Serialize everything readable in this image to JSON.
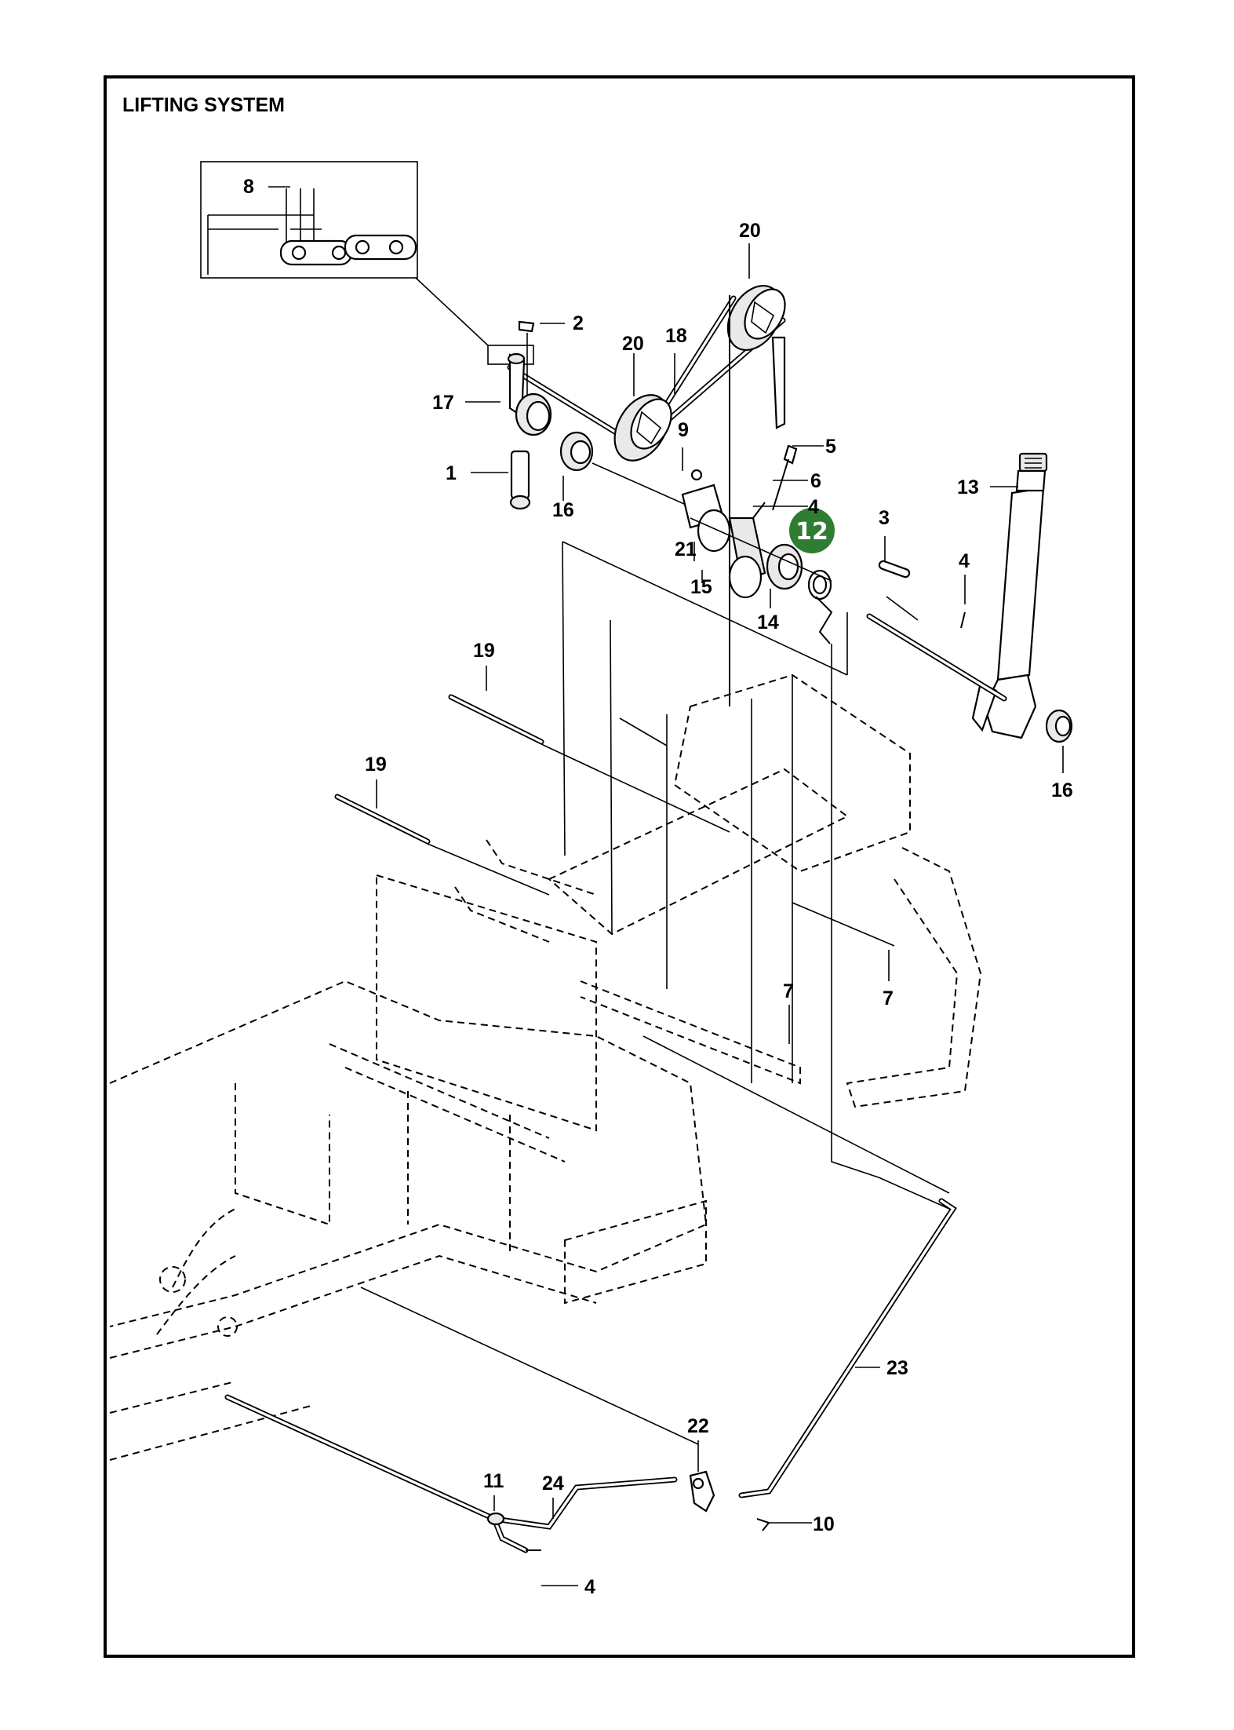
{
  "title": "LIFTING SYSTEM",
  "highlight": {
    "label": "12",
    "color": "#2e7d32"
  },
  "callouts": [
    {
      "id": "c-8",
      "label": "8"
    },
    {
      "id": "c-20a",
      "label": "20"
    },
    {
      "id": "c-2",
      "label": "2"
    },
    {
      "id": "c-20b",
      "label": "20"
    },
    {
      "id": "c-18",
      "label": "18"
    },
    {
      "id": "c-17",
      "label": "17"
    },
    {
      "id": "c-9",
      "label": "9"
    },
    {
      "id": "c-5",
      "label": "5"
    },
    {
      "id": "c-1",
      "label": "1"
    },
    {
      "id": "c-16a",
      "label": "16"
    },
    {
      "id": "c-6",
      "label": "6"
    },
    {
      "id": "c-4a",
      "label": "4"
    },
    {
      "id": "c-13",
      "label": "13"
    },
    {
      "id": "c-21",
      "label": "21"
    },
    {
      "id": "c-3",
      "label": "3"
    },
    {
      "id": "c-15",
      "label": "15"
    },
    {
      "id": "c-4b",
      "label": "4"
    },
    {
      "id": "c-14",
      "label": "14"
    },
    {
      "id": "c-19a",
      "label": "19"
    },
    {
      "id": "c-16b",
      "label": "16"
    },
    {
      "id": "c-19b",
      "label": "19"
    },
    {
      "id": "c-7a",
      "label": "7"
    },
    {
      "id": "c-7b",
      "label": "7"
    },
    {
      "id": "c-23",
      "label": "23"
    },
    {
      "id": "c-22",
      "label": "22"
    },
    {
      "id": "c-11",
      "label": "11"
    },
    {
      "id": "c-24",
      "label": "24"
    },
    {
      "id": "c-10",
      "label": "10"
    },
    {
      "id": "c-4c",
      "label": "4"
    }
  ]
}
